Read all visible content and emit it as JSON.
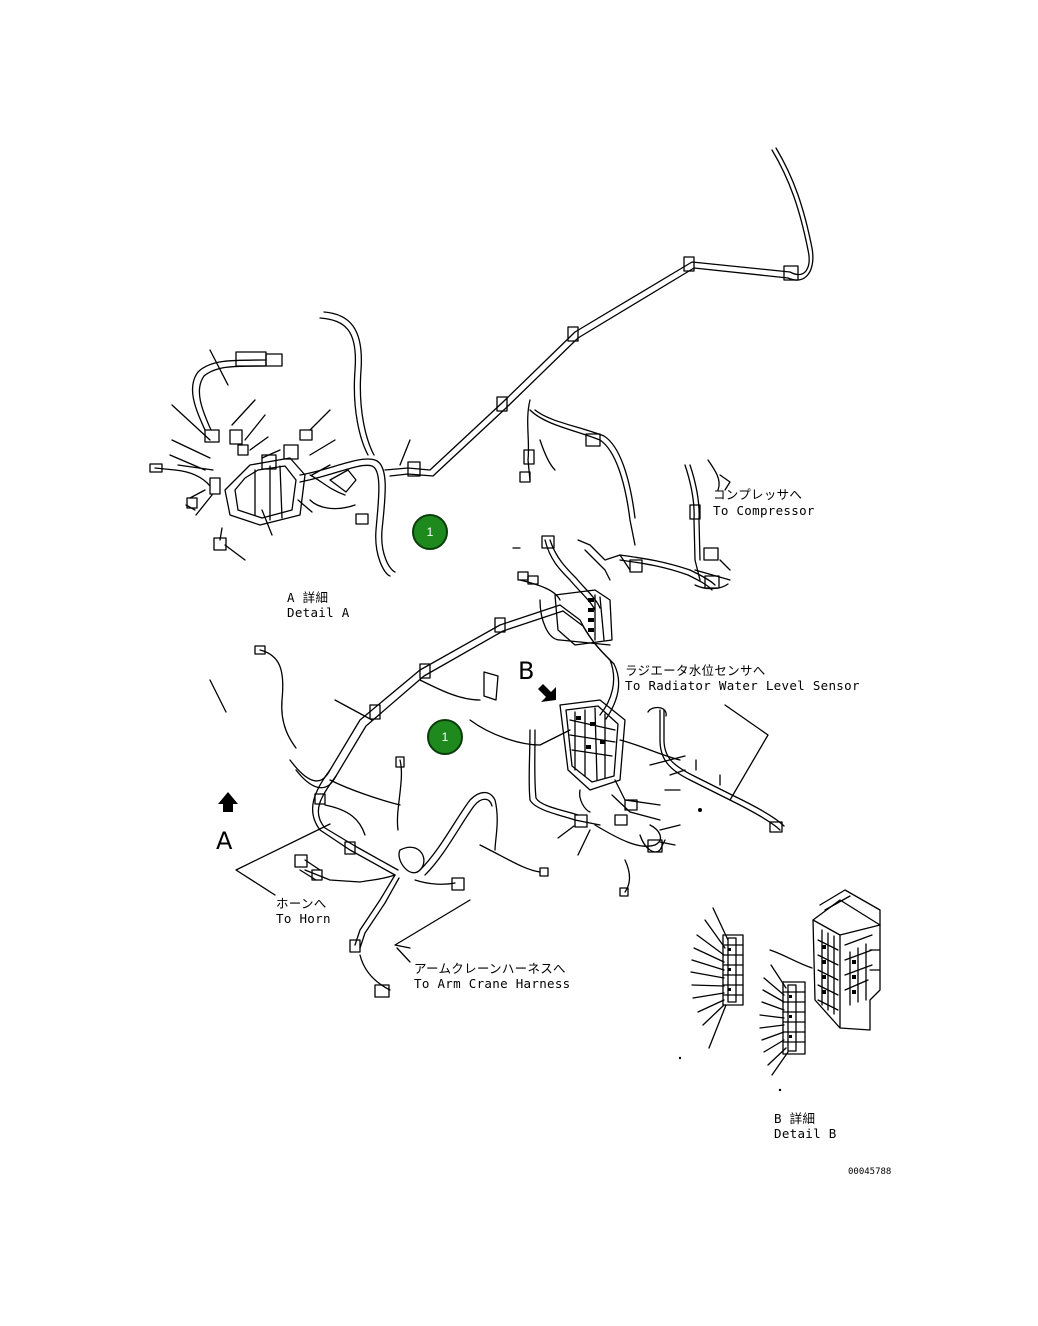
{
  "callouts": [
    {
      "label": "1"
    },
    {
      "label": "1"
    }
  ],
  "labels": {
    "detail_a_jp": "A 詳細",
    "detail_a_en": "Detail A",
    "view_a": "A",
    "view_b": "B",
    "compressor_jp": "コンプレッサへ",
    "compressor_en": "To Compressor",
    "radiator_jp": "ラジエータ水位センサへ",
    "radiator_en": "To Radiator Water Level Sensor",
    "horn_jp": "ホーンへ",
    "horn_en": "To Horn",
    "armcrane_jp": "アームクレーンハーネスへ",
    "armcrane_en": "To Arm Crane Harness",
    "detail_b_jp": "B 詳細",
    "detail_b_en": "Detail B",
    "drawing_code": "00045788"
  },
  "colors": {
    "callout_fill": "#1e8a1e",
    "line": "#000000"
  }
}
